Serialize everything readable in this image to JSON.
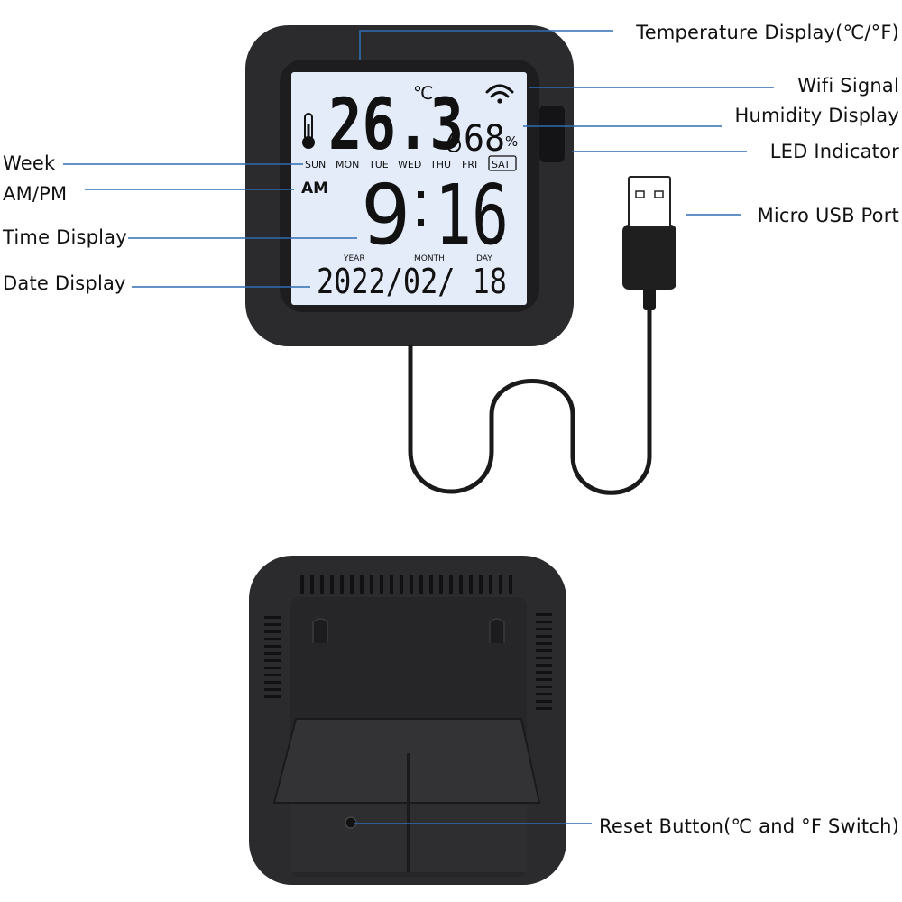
{
  "colors": {
    "device_body": "#2b2b2d",
    "device_bezel": "#1d1d1f",
    "lcd_background": "#e4ecfa",
    "lcd_ink": "#111111",
    "leader_line": "#2f6db3",
    "cable": "#1a1a1a"
  },
  "lcd": {
    "temperature": "26.3",
    "temperature_unit": "℃",
    "humidity": "68",
    "humidity_unit": "%",
    "weekdays": [
      "SUN",
      "MON",
      "TUE",
      "WED",
      "THU",
      "FRI",
      "SAT"
    ],
    "selected_weekday": "SAT",
    "am_pm": "AM",
    "time_hour": "9",
    "time_minute": "16",
    "date_labels": {
      "year": "YEAR",
      "month": "MONTH",
      "day": "DAY"
    },
    "date": "2022/02/ 18"
  },
  "callouts": {
    "temperature_display": "Temperature Display(℃/°F)",
    "wifi_signal": "Wifi Signal",
    "humidity_display": "Humidity Display",
    "led_indicator": "LED Indicator",
    "micro_usb_port": "Micro USB Port",
    "week": "Week",
    "am_pm": "AM/PM",
    "time_display": "Time Display",
    "date_display": "Date Display",
    "reset_button": "Reset Button(℃ and °F Switch)"
  },
  "icons": {
    "thermometer": "thermometer-icon",
    "wifi": "wifi-icon",
    "droplet": "droplet-icon"
  }
}
